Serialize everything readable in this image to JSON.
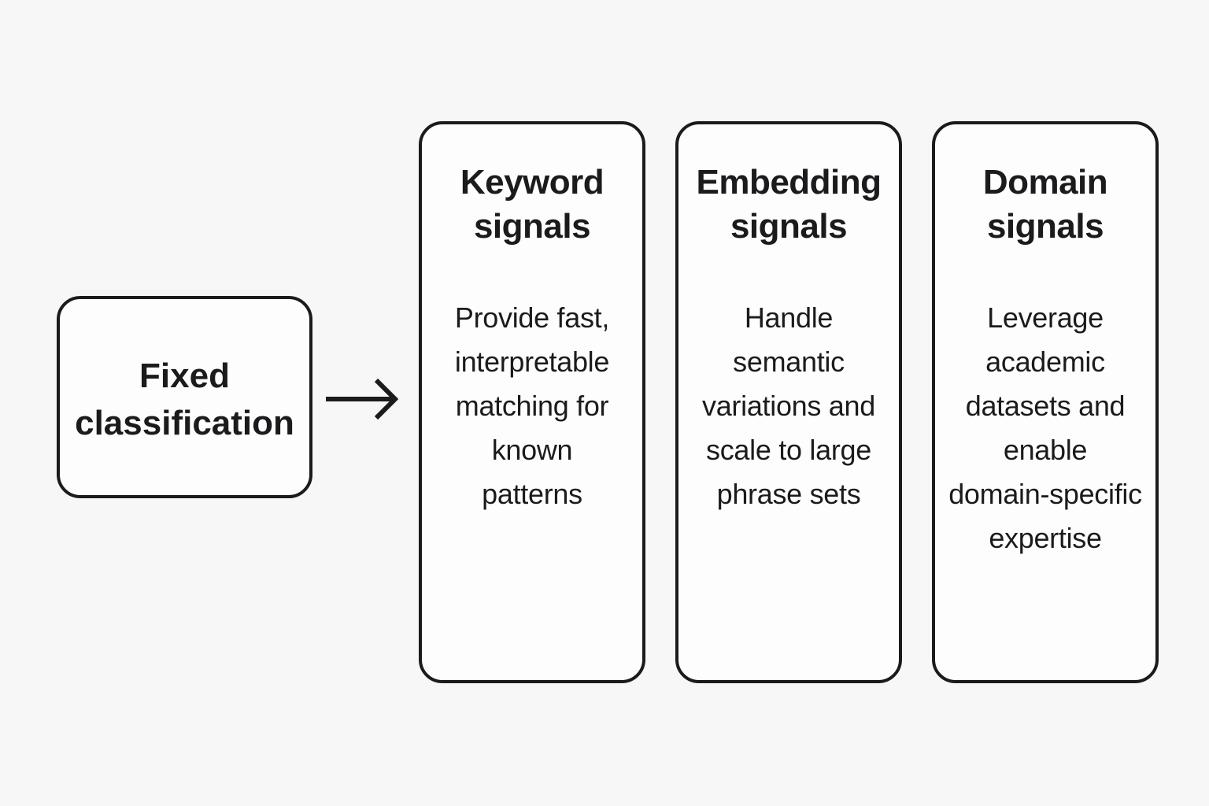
{
  "diagram": {
    "source": {
      "label": "Fixed\nclassification"
    },
    "arrow": {
      "icon": "arrow-right",
      "direction": "right"
    },
    "columns": [
      {
        "title": "Keyword\nsignals",
        "body": "Provide fast,\ninterpretable\nmatching for\nknown\npatterns"
      },
      {
        "title": "Embedding\nsignals",
        "body": "Handle\nsemantic\nvariations and\nscale to large\nphrase sets"
      },
      {
        "title": "Domain\nsignals",
        "body": "Leverage\nacademic\ndatasets and\nenable\ndomain-specific\nexpertise"
      }
    ],
    "colors": {
      "background": "#f7f7f8",
      "box_fill": "#fdfdfd",
      "border": "#1b1b1d",
      "text": "#1b1b1d"
    }
  }
}
